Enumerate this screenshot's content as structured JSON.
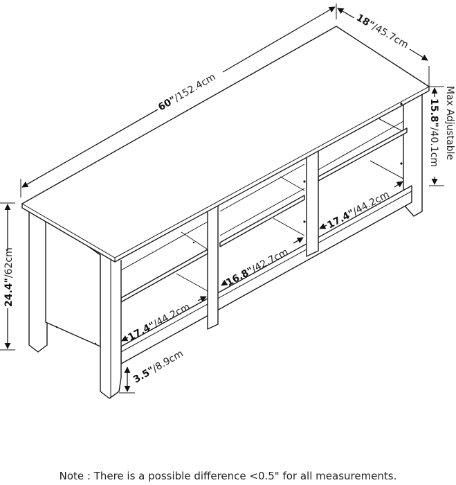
{
  "dimensions": {
    "width": {
      "inch": "60\"",
      "cm": "/152.4cm"
    },
    "depth": {
      "inch": "18\"",
      "cm": "/45.7cm"
    },
    "shelf_height": {
      "label": "Max Adjustable",
      "inch": "15.8\"",
      "cm": "/40.1cm"
    },
    "height": {
      "inch": "24.4\"",
      "cm": "/62cm"
    },
    "clearance": {
      "inch": "3.5\"",
      "cm": "/8.9cm"
    },
    "left_shelf": {
      "inch": "17.4\"",
      "cm": "/44.2cm"
    },
    "middle_shelf": {
      "inch": "16.8\"",
      "cm": "/42.7cm"
    },
    "right_shelf": {
      "inch": "17.4\"",
      "cm": "/44.2cm"
    }
  },
  "note": "Note : There is a possible difference <0.5\" for all measurements."
}
